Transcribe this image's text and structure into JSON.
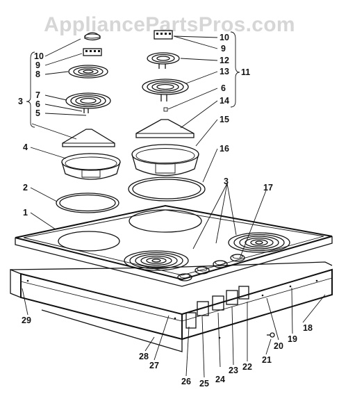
{
  "watermark": "AppliancePartsPros.com",
  "callouts": {
    "c1": "1",
    "c2": "2",
    "c3a": "3",
    "c3b": "3",
    "c4": "4",
    "c5": "5",
    "c6a": "6",
    "c6b": "6",
    "c7": "7",
    "c8": "8",
    "c9a": "9",
    "c9b": "9",
    "c10a": "10",
    "c10b": "10",
    "c11": "11",
    "c12": "12",
    "c13": "13",
    "c14": "14",
    "c15": "15",
    "c16": "16",
    "c17": "17",
    "c18": "18",
    "c19": "19",
    "c20": "20",
    "c21": "21",
    "c22": "22",
    "c23": "23",
    "c24": "24",
    "c25": "25",
    "c26": "26",
    "c27": "27",
    "c28": "28",
    "c29": "29"
  }
}
